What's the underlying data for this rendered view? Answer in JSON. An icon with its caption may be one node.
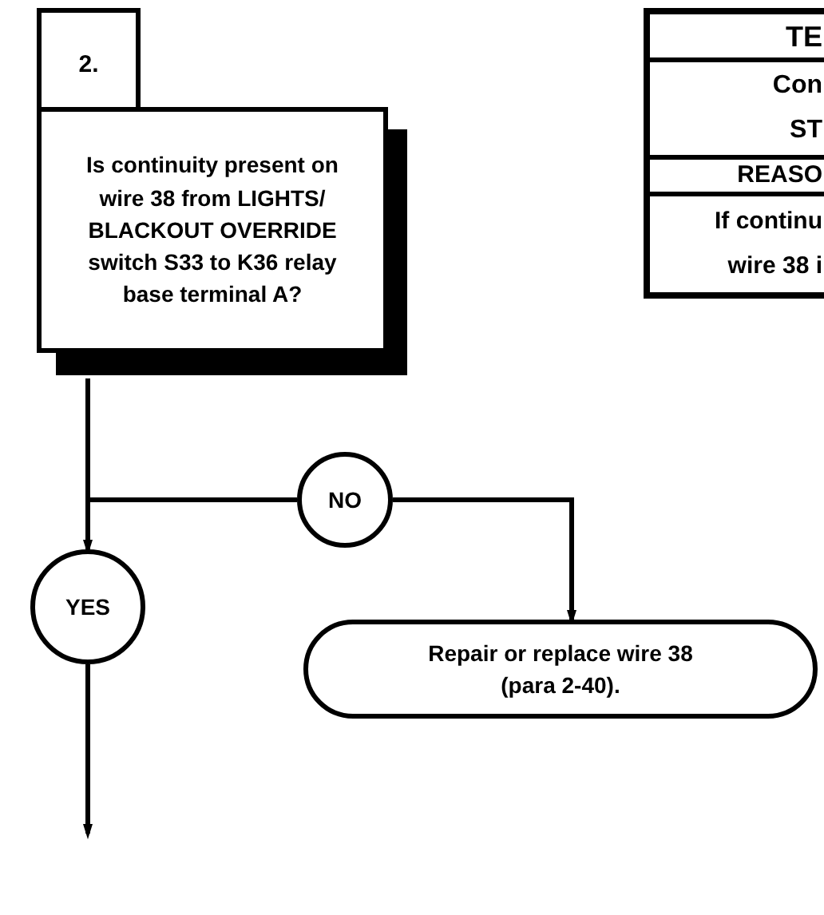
{
  "diagram": {
    "nodes": [
      {
        "text": [
          "2."
        ]
      },
      {
        "text": [
          "Is continuity present on wire 38 from LIGHTS/ BLACKOUT OVERRIDE switch S33 to K36 relay base terminal A?"
        ]
      },
      {
        "text": [
          "NO"
        ]
      },
      {
        "text": [
          "Repair or replace wire 38 (para 2-40)."
        ]
      },
      {
        "text": [
          "YES"
        ]
      }
    ],
    "edges": [
      {
        "from": 1,
        "to": 2,
        "arrow": "none"
      },
      {
        "from": 2,
        "to": 3,
        "arrow": "to"
      },
      {
        "from": 1,
        "to": 4,
        "arrow": "to"
      },
      {
        "from": 4,
        "to": null,
        "arrow": "to"
      }
    ],
    "labels": [
      "TE",
      "Con",
      "ST",
      "REASO",
      "If continu",
      "wire 38 i"
    ]
  }
}
